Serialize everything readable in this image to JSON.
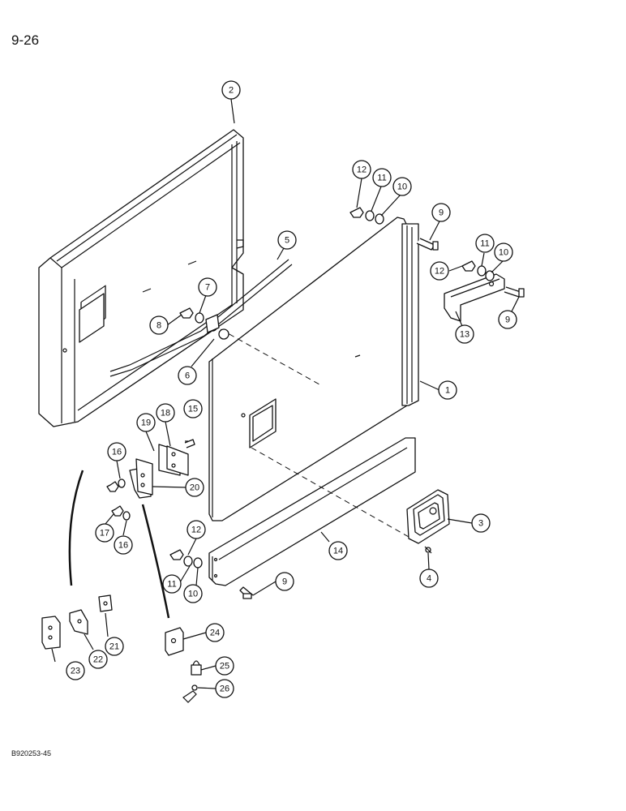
{
  "page_number": "9-26",
  "figure_code": "B920253-45",
  "callouts": [
    {
      "name": "callout-1",
      "label": "1"
    },
    {
      "name": "callout-2",
      "label": "2"
    },
    {
      "name": "callout-3",
      "label": "3"
    },
    {
      "name": "callout-4",
      "label": "4"
    },
    {
      "name": "callout-5",
      "label": "5"
    },
    {
      "name": "callout-6",
      "label": "6"
    },
    {
      "name": "callout-7",
      "label": "7"
    },
    {
      "name": "callout-8",
      "label": "8"
    },
    {
      "name": "callout-9a",
      "label": "9"
    },
    {
      "name": "callout-9b",
      "label": "9"
    },
    {
      "name": "callout-9c",
      "label": "9"
    },
    {
      "name": "callout-10a",
      "label": "10"
    },
    {
      "name": "callout-10b",
      "label": "10"
    },
    {
      "name": "callout-10c",
      "label": "10"
    },
    {
      "name": "callout-11a",
      "label": "11"
    },
    {
      "name": "callout-11b",
      "label": "11"
    },
    {
      "name": "callout-11c",
      "label": "11"
    },
    {
      "name": "callout-12a",
      "label": "12"
    },
    {
      "name": "callout-12b",
      "label": "12"
    },
    {
      "name": "callout-12c",
      "label": "12"
    },
    {
      "name": "callout-13",
      "label": "13"
    },
    {
      "name": "callout-14",
      "label": "14"
    },
    {
      "name": "callout-15",
      "label": "15"
    },
    {
      "name": "callout-16a",
      "label": "16"
    },
    {
      "name": "callout-16b",
      "label": "16"
    },
    {
      "name": "callout-17",
      "label": "17"
    },
    {
      "name": "callout-18",
      "label": "18"
    },
    {
      "name": "callout-19",
      "label": "19"
    },
    {
      "name": "callout-20",
      "label": "20"
    },
    {
      "name": "callout-21",
      "label": "21"
    },
    {
      "name": "callout-22",
      "label": "22"
    },
    {
      "name": "callout-23",
      "label": "23"
    },
    {
      "name": "callout-24",
      "label": "24"
    },
    {
      "name": "callout-25",
      "label": "25"
    },
    {
      "name": "callout-26",
      "label": "26"
    }
  ]
}
